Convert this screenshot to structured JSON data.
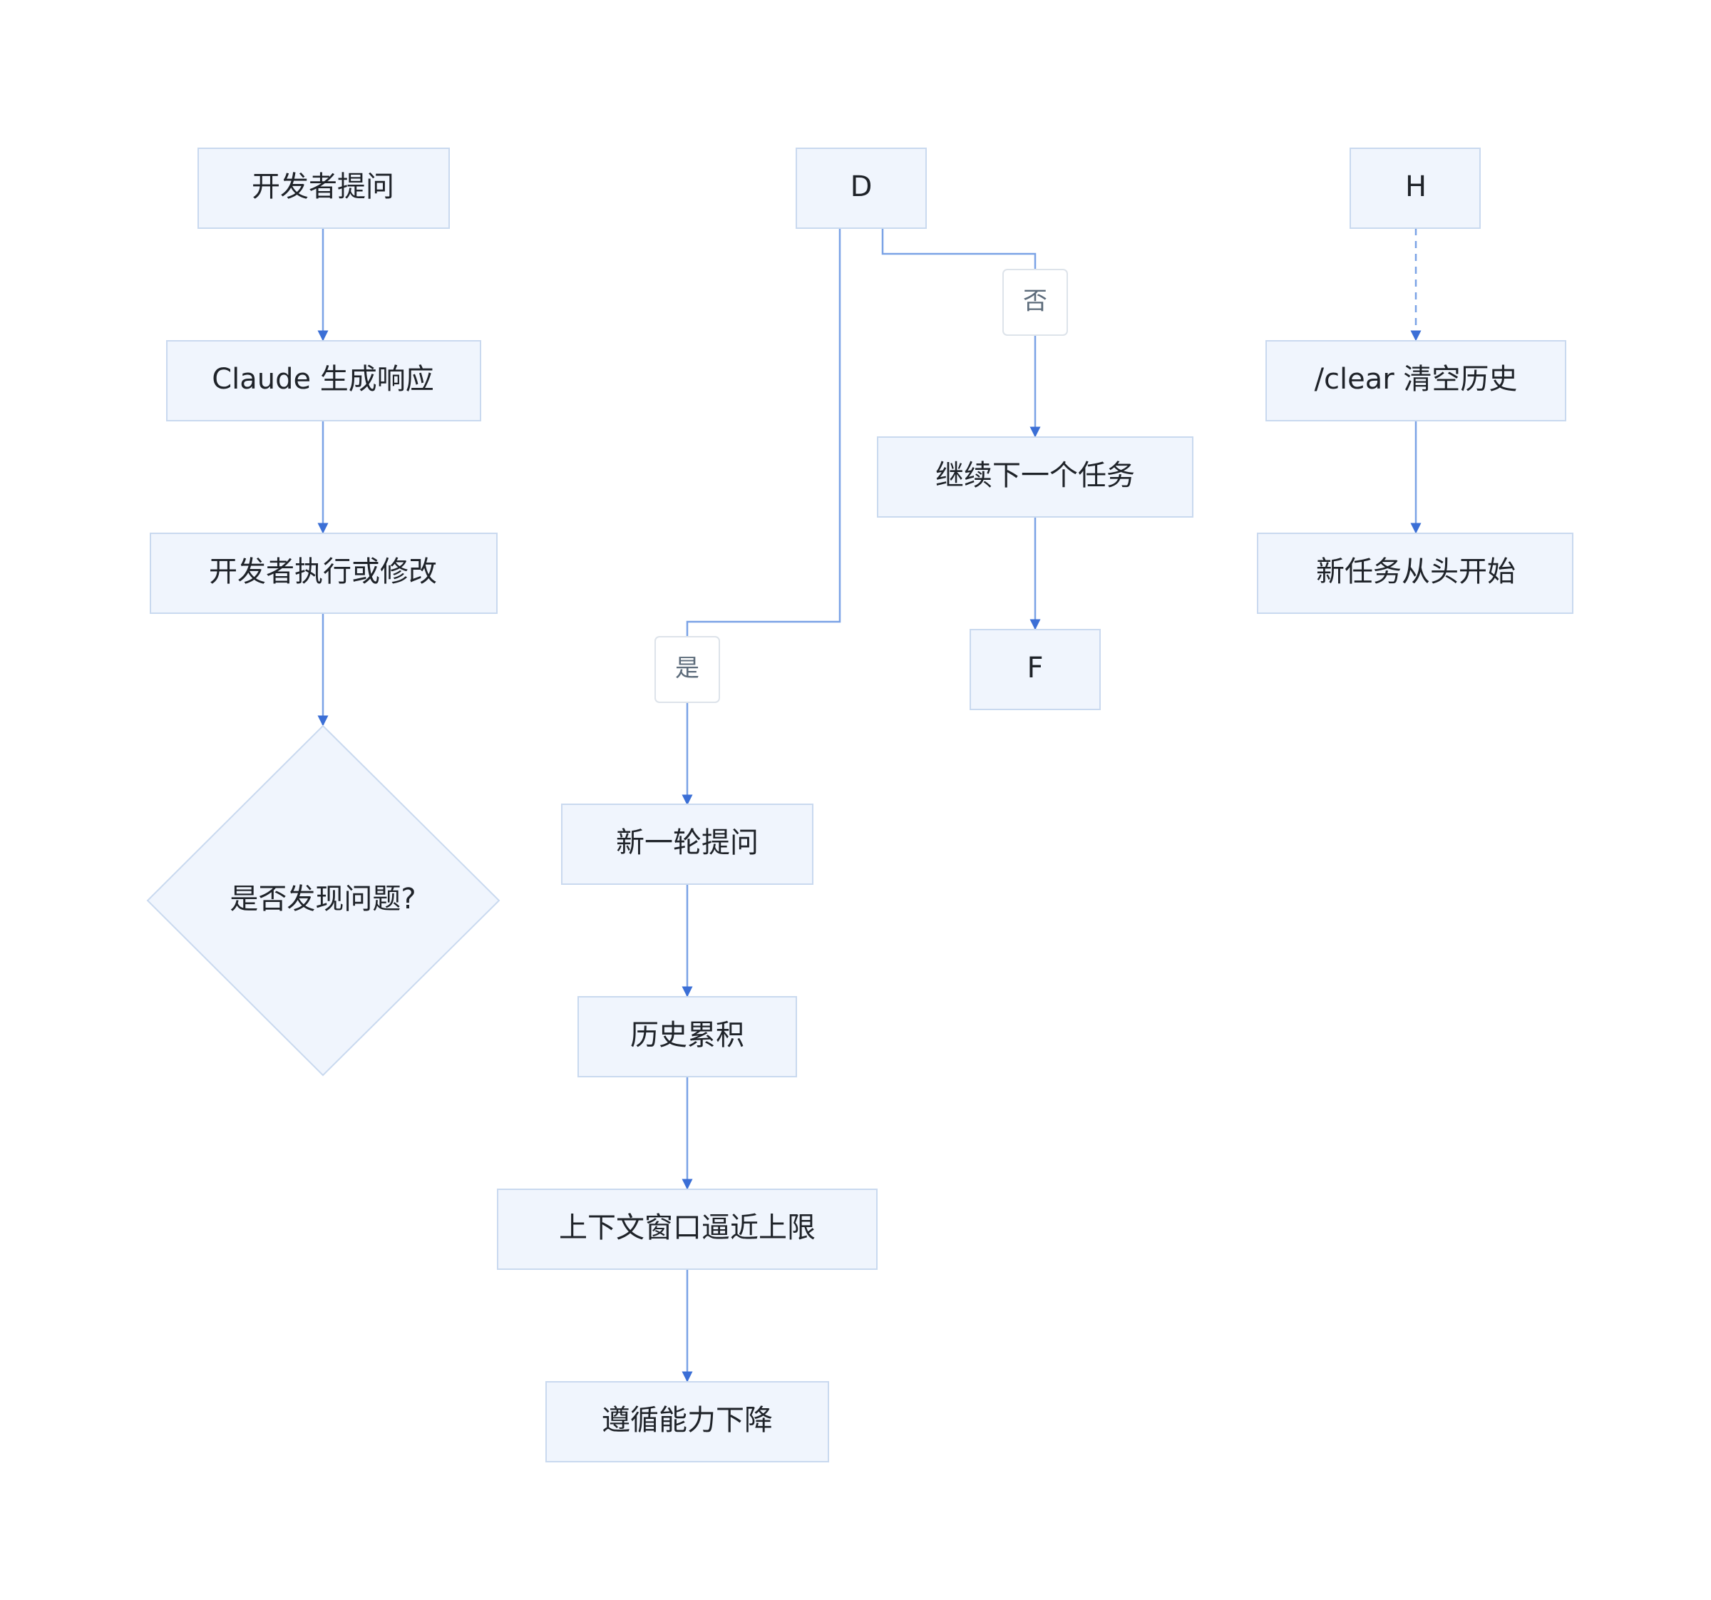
{
  "colors": {
    "node_fill": "#f0f5fd",
    "node_border": "#c9d9ef",
    "edge": "#7aa2e6",
    "arrowhead": "#3b6fd6",
    "text": "#1f2329",
    "label_text": "#5c6b7a"
  },
  "nodes": {
    "ask": "开发者提问",
    "generate": "Claude 生成响应",
    "execute": "开发者执行或修改",
    "decision": "是否发现问题?",
    "d": "D",
    "next_task": "继续下一个任务",
    "f": "F",
    "new_round": "新一轮提问",
    "history": "历史累积",
    "context_limit": "上下文窗口逼近上限",
    "degrade": "遵循能力下降",
    "h": "H",
    "clear": "/clear 清空历史",
    "fresh_start": "新任务从头开始"
  },
  "edge_labels": {
    "no": "否",
    "yes": "是"
  }
}
